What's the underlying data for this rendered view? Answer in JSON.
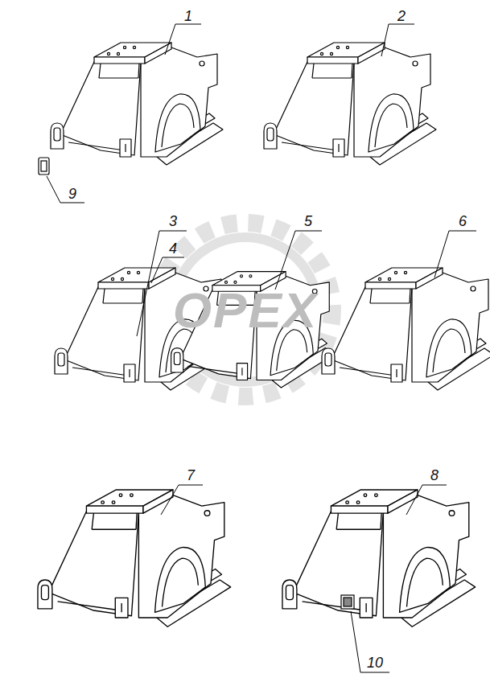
{
  "diagram": {
    "labels": [
      "1",
      "2",
      "9",
      "3",
      "4",
      "5",
      "6",
      "7",
      "8",
      "10",
      "OPEX"
    ]
  }
}
